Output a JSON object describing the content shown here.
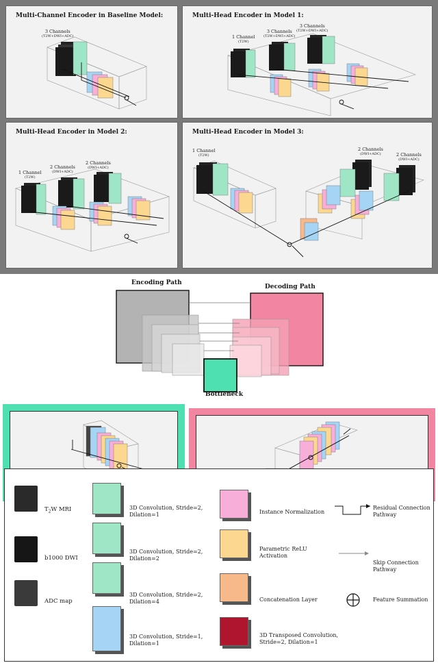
{
  "colors": {
    "frame_grey": "#7a7a7a",
    "panel_bg": "#f2f2f2",
    "conv_stride2": "#9fe6c7",
    "conv_stride1": "#a6d4f5",
    "instance_norm": "#f7aed8",
    "prelu": "#fbd78f",
    "concat": "#f8b98a",
    "transposed_conv": "#b0152e",
    "encoding_box": "#b3b3b3",
    "decoding_box": "#f2859f",
    "bottleneck_box": "#4fe0b2",
    "encoder_frame": "#4fe0b2",
    "decoder_frame": "#f2859f"
  },
  "panels": {
    "baseline": {
      "title": "Multi-Channel Encoder in Baseline Model:",
      "channel_label": "3 Channels",
      "channel_sub": "(T2W+DWI+ADC)"
    },
    "model1": {
      "title": "Multi-Head Encoder in Model 1:",
      "heads": [
        {
          "label": "1 Channel",
          "sub": "(T2W)"
        },
        {
          "label": "3 Channels",
          "sub": "(T2W+DWI+ADC)"
        },
        {
          "label": "3 Channels",
          "sub": "(T2W+DWI+ADC)"
        }
      ]
    },
    "model2": {
      "title": "Multi-Head Encoder in Model 2:",
      "heads": [
        {
          "label": "1 Channel",
          "sub": "(T2W)"
        },
        {
          "label": "2 Channels",
          "sub": "(DWI+ADC)"
        },
        {
          "label": "2 Channels",
          "sub": "(DWI+ADC)"
        }
      ]
    },
    "model3": {
      "title": "Multi-Head Encoder in Model 3:",
      "heads": [
        {
          "label": "1 Channel",
          "sub": "(T2W)"
        },
        {
          "label": "2 Channels",
          "sub": "(DWI+ADC)"
        },
        {
          "label": "2 Channels",
          "sub": "(DWI+ADC)"
        }
      ]
    }
  },
  "unet": {
    "encoding_label": "Encoding Path",
    "decoding_label": "Decoding Path",
    "bottleneck_label": "Bottleneck"
  },
  "legend": {
    "inputs": [
      {
        "label": "T2W MRI",
        "label_prefix": "T",
        "label_sub": "2",
        "label_suffix": "W MRI"
      },
      {
        "label": "b1000 DWI"
      },
      {
        "label": "ADC map"
      }
    ],
    "layers": [
      {
        "label": "3D Convolution, Stride=2, Dilation=1"
      },
      {
        "label": "3D Convolution, Stride=2, Dilation=2"
      },
      {
        "label": "3D Convolution, Stride=2, Dilation=4"
      },
      {
        "label": "3D Convolution, Stride=1, Dilation=1"
      }
    ],
    "ops": [
      {
        "label": "Instance Normalization"
      },
      {
        "label": "Parametric ReLU Activation"
      },
      {
        "label": "Concatenation Layer"
      },
      {
        "label": "3D Transposed Convolution, Stride=2, Dilation=1"
      }
    ],
    "paths": [
      {
        "label": "Residual Connection Pathway"
      },
      {
        "label": "Skip Connection Pathway"
      },
      {
        "label": "Feature Summation"
      }
    ]
  }
}
